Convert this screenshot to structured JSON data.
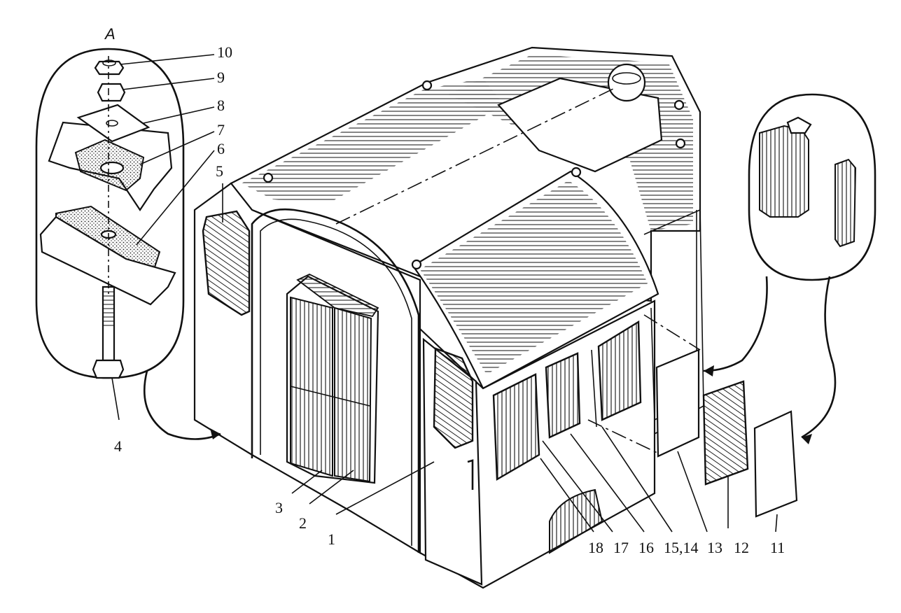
{
  "detail_view_label": "A",
  "callouts": {
    "c1": "1",
    "c2": "2",
    "c3": "3",
    "c4": "4",
    "c5": "5",
    "c6": "6",
    "c7": "7",
    "c8": "8",
    "c9": "9",
    "c10": "10",
    "c11": "11",
    "c12": "12",
    "c13": "13",
    "c1514": "15,14",
    "c16": "16",
    "c17": "17",
    "c18": "18"
  },
  "colors": {
    "ink": "#111111",
    "paper": "#ffffff"
  }
}
